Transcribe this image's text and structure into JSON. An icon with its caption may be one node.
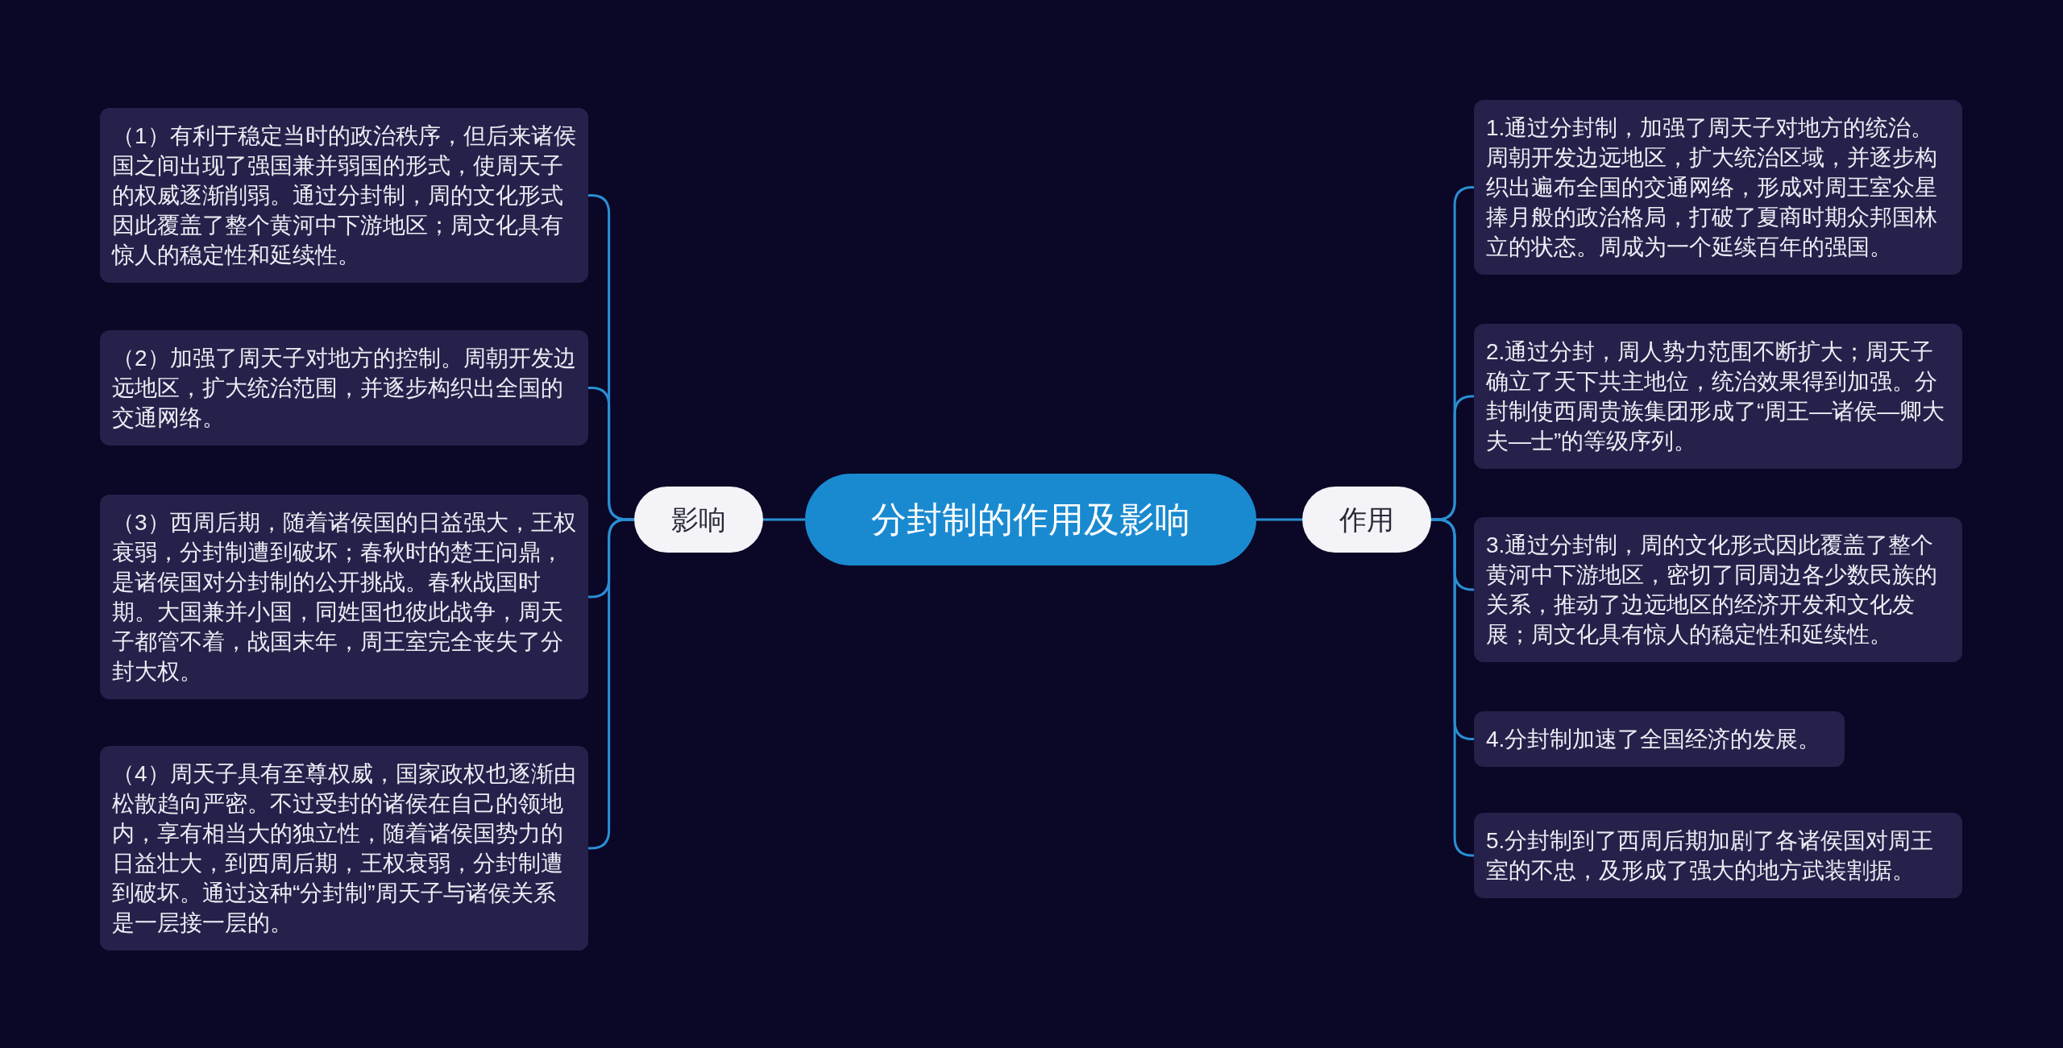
{
  "diagram": {
    "nodes": [
      {
        "text": [
          "分封制的作用及影响"
        ]
      },
      {
        "text": [
          "影响"
        ]
      },
      {
        "text": [
          "（1）有利于稳定当时的政治秩序，但后来诸侯国之间出现了强国兼并弱国的形式，使周天子的权威逐渐削弱。通过分封制，周的文化形式因此覆盖了整个黄河中下游地区；周文化具有惊人的稳定性和延续性。"
        ]
      },
      {
        "text": [
          "（2）加强了周天子对地方的控制。周朝开发边远地区，扩大统治范围，并逐步构织出全国的交通网络。"
        ]
      },
      {
        "text": [
          "（3）西周后期，随着诸侯国的日益强大，王权衰弱，分封制遭到破坏；春秋时的楚王问鼎，是诸侯国对分封制的公开挑战。春秋战国时期。大国兼并小国，同姓国也彼此战争，周天子都管不着，战国末年，周王室完全丧失了分封大权。"
        ]
      },
      {
        "text": [
          "（4）周天子具有至尊权威，国家政权也逐渐由松散趋向严密。不过受封的诸侯在自己的领地内，享有相当大的独立性，随着诸侯国势力的日益壮大，到西周后期，王权衰弱，分封制遭到破坏。通过这种“分封制”周天子与诸侯关系是一层接一层的。"
        ]
      },
      {
        "text": [
          "作用"
        ]
      },
      {
        "text": [
          "1.通过分封制，加强了周天子对地方的统治。周朝开发边远地区，扩大统治区域，并逐步构织出遍布全国的交通网络，形成对周王室众星捧月般的政治格局，打破了夏商时期众邦国林立的状态。周成为一个延续百年的强国。"
        ]
      },
      {
        "text": [
          "2.通过分封，周人势力范围不断扩大；周天子确立了天下共主地位，统治效果得到加强。分封制使西周贵族集团形成了“周王—诸侯—卿大夫—士”的等级序列。"
        ]
      },
      {
        "text": [
          "3.通过分封制，周的文化形式因此覆盖了整个黄河中下游地区，密切了同周边各少数民族的关系，推动了边远地区的经济开发和文化发展；周文化具有惊人的稳定性和延续性。"
        ]
      },
      {
        "text": [
          "4.分封制加速了全国经济的发展。"
        ]
      },
      {
        "text": [
          "5.分封制到了西周后期加剧了各诸侯国对周王室的不忠，及形成了强大的地方武装割据。"
        ]
      }
    ],
    "edges": [
      {
        "from": 0,
        "to": 1,
        "arrow": "none"
      },
      {
        "from": 1,
        "to": 2,
        "arrow": "none"
      },
      {
        "from": 1,
        "to": 3,
        "arrow": "none"
      },
      {
        "from": 1,
        "to": 4,
        "arrow": "none"
      },
      {
        "from": 1,
        "to": 5,
        "arrow": "none"
      },
      {
        "from": 0,
        "to": 6,
        "arrow": "none"
      },
      {
        "from": 6,
        "to": 7,
        "arrow": "none"
      },
      {
        "from": 6,
        "to": 8,
        "arrow": "none"
      },
      {
        "from": 6,
        "to": 9,
        "arrow": "none"
      },
      {
        "from": 6,
        "to": 10,
        "arrow": "none"
      },
      {
        "from": 6,
        "to": 11,
        "arrow": "none"
      }
    ]
  }
}
